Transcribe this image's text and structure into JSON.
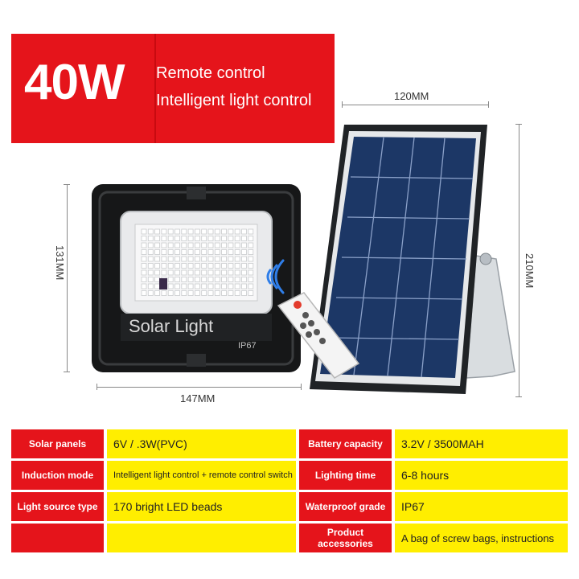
{
  "banner": {
    "power": "40W",
    "feature_1": "Remote control",
    "feature_2": "Intelligent light control"
  },
  "dimensions": {
    "panel_width": "120MM",
    "panel_height": "210MM",
    "light_height": "131MM",
    "light_width": "147MM"
  },
  "product": {
    "light_label": "Solar Light",
    "ip_badge": "IP67"
  },
  "colors": {
    "red": "#e5141b",
    "yellow": "#ffee00"
  },
  "specs": [
    {
      "label_left": "Solar panels",
      "value_left": "6V / .3W(PVC)",
      "label_right": "Battery capacity",
      "value_right": "3.2V / 3500MAH"
    },
    {
      "label_left": "Induction mode",
      "value_left": "Intelligent light control + remote control switch",
      "label_right": "Lighting time",
      "value_right": "6-8 hours"
    },
    {
      "label_left": "Light source type",
      "value_left": "170 bright LED beads",
      "label_right": "Waterproof grade",
      "value_right": "IP67"
    },
    {
      "label_left": "",
      "value_left": "",
      "label_right": "Product accessories",
      "value_right": "A bag of screw bags, instructions"
    }
  ]
}
